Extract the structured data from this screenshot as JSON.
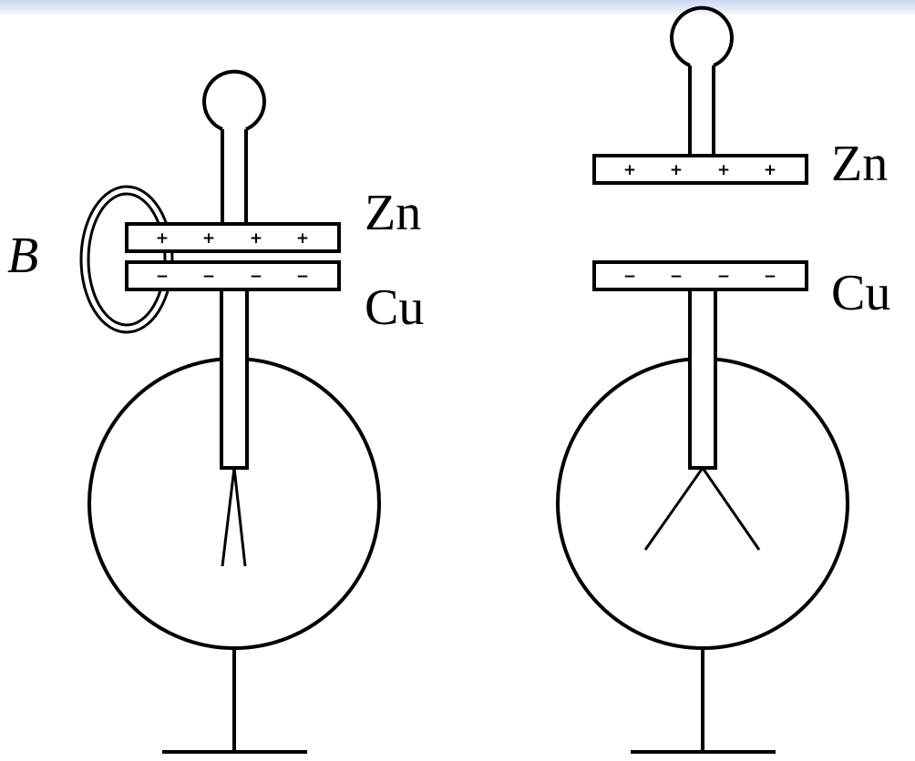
{
  "left_apparatus": {
    "top_plate_label": "Zn",
    "bottom_plate_label": "Cu",
    "ring_label": "B",
    "top_plate_signs": [
      "+",
      "+",
      "+",
      "+"
    ],
    "bottom_plate_signs": [
      "−",
      "−",
      "−",
      "−"
    ]
  },
  "right_apparatus": {
    "top_plate_label": "Zn",
    "bottom_plate_label": "Cu",
    "top_plate_signs": [
      "+",
      "+",
      "+",
      "+"
    ],
    "bottom_plate_signs": [
      "−",
      "−",
      "−",
      "−"
    ]
  }
}
